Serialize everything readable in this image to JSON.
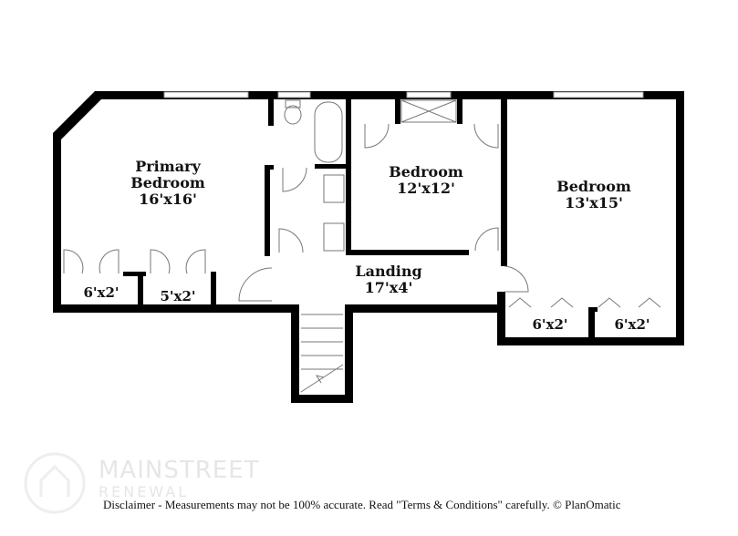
{
  "rooms": {
    "primary": {
      "name": "Primary Bedroom",
      "line1": "Primary",
      "line2": "Bedroom",
      "size": "16'x16'"
    },
    "bedroom2": {
      "name": "Bedroom",
      "size": "12'x12'"
    },
    "bedroom3": {
      "name": "Bedroom",
      "size": "13'x15'"
    },
    "landing": {
      "name": "Landing",
      "size": "17'x4'"
    },
    "closets": [
      "6'x2'",
      "5'x2'",
      "6'x2'",
      "6'x2'"
    ]
  },
  "watermark": {
    "line1": "MAINSTREET",
    "line2": "RENEWAL"
  },
  "disclaimer": "Disclaimer - Measurements may not be 100% accurate. Read \"Terms & Conditions\" carefully. © PlanOmatic",
  "colors": {
    "wall": "#000000",
    "background": "#ffffff"
  }
}
